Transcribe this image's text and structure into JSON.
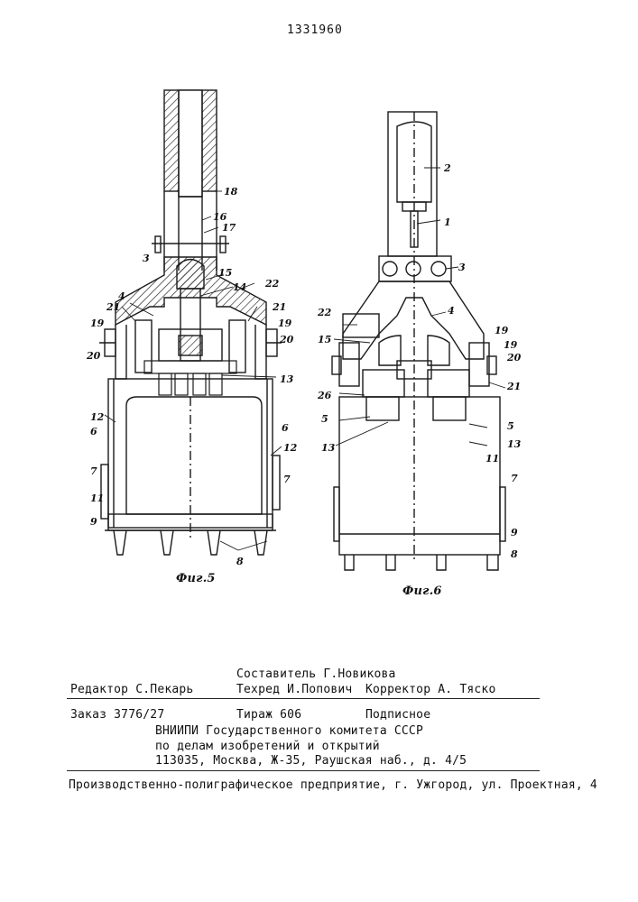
{
  "header": {
    "patent_number": "1331960"
  },
  "figures": {
    "fig5": {
      "caption": "Фиг.5",
      "labels": [
        "18",
        "16",
        "17",
        "3",
        "22",
        "15",
        "14",
        "4",
        "21",
        "21",
        "19",
        "19",
        "20",
        "20",
        "13",
        "12",
        "6",
        "6",
        "12",
        "7",
        "7",
        "11",
        "9",
        "8"
      ]
    },
    "fig6": {
      "caption": "Фиг.6",
      "labels": [
        "2",
        "1",
        "3",
        "4",
        "22",
        "15",
        "19",
        "19",
        "20",
        "26",
        "21",
        "5",
        "5",
        "13",
        "13",
        "11",
        "7",
        "9",
        "8"
      ]
    }
  },
  "imprint": {
    "compiler": "Составитель Г.Новикова",
    "editor": "Редактор С.Пекарь",
    "techred": "Техред И.Попович",
    "corrector": "Корректор А. Тяско",
    "order": "Заказ 3776/27",
    "circulation": "Тираж 606",
    "subscription": "Подписное",
    "org_line1": "ВНИИПИ Государственного комитета СССР",
    "org_line2": "по делам изобретений и открытий",
    "address": "113035, Москва, Ж-35, Раушская наб., д. 4/5",
    "enterprise": "Производственно-полиграфическое предприятие, г. Ужгород, ул. Проектная, 4"
  }
}
